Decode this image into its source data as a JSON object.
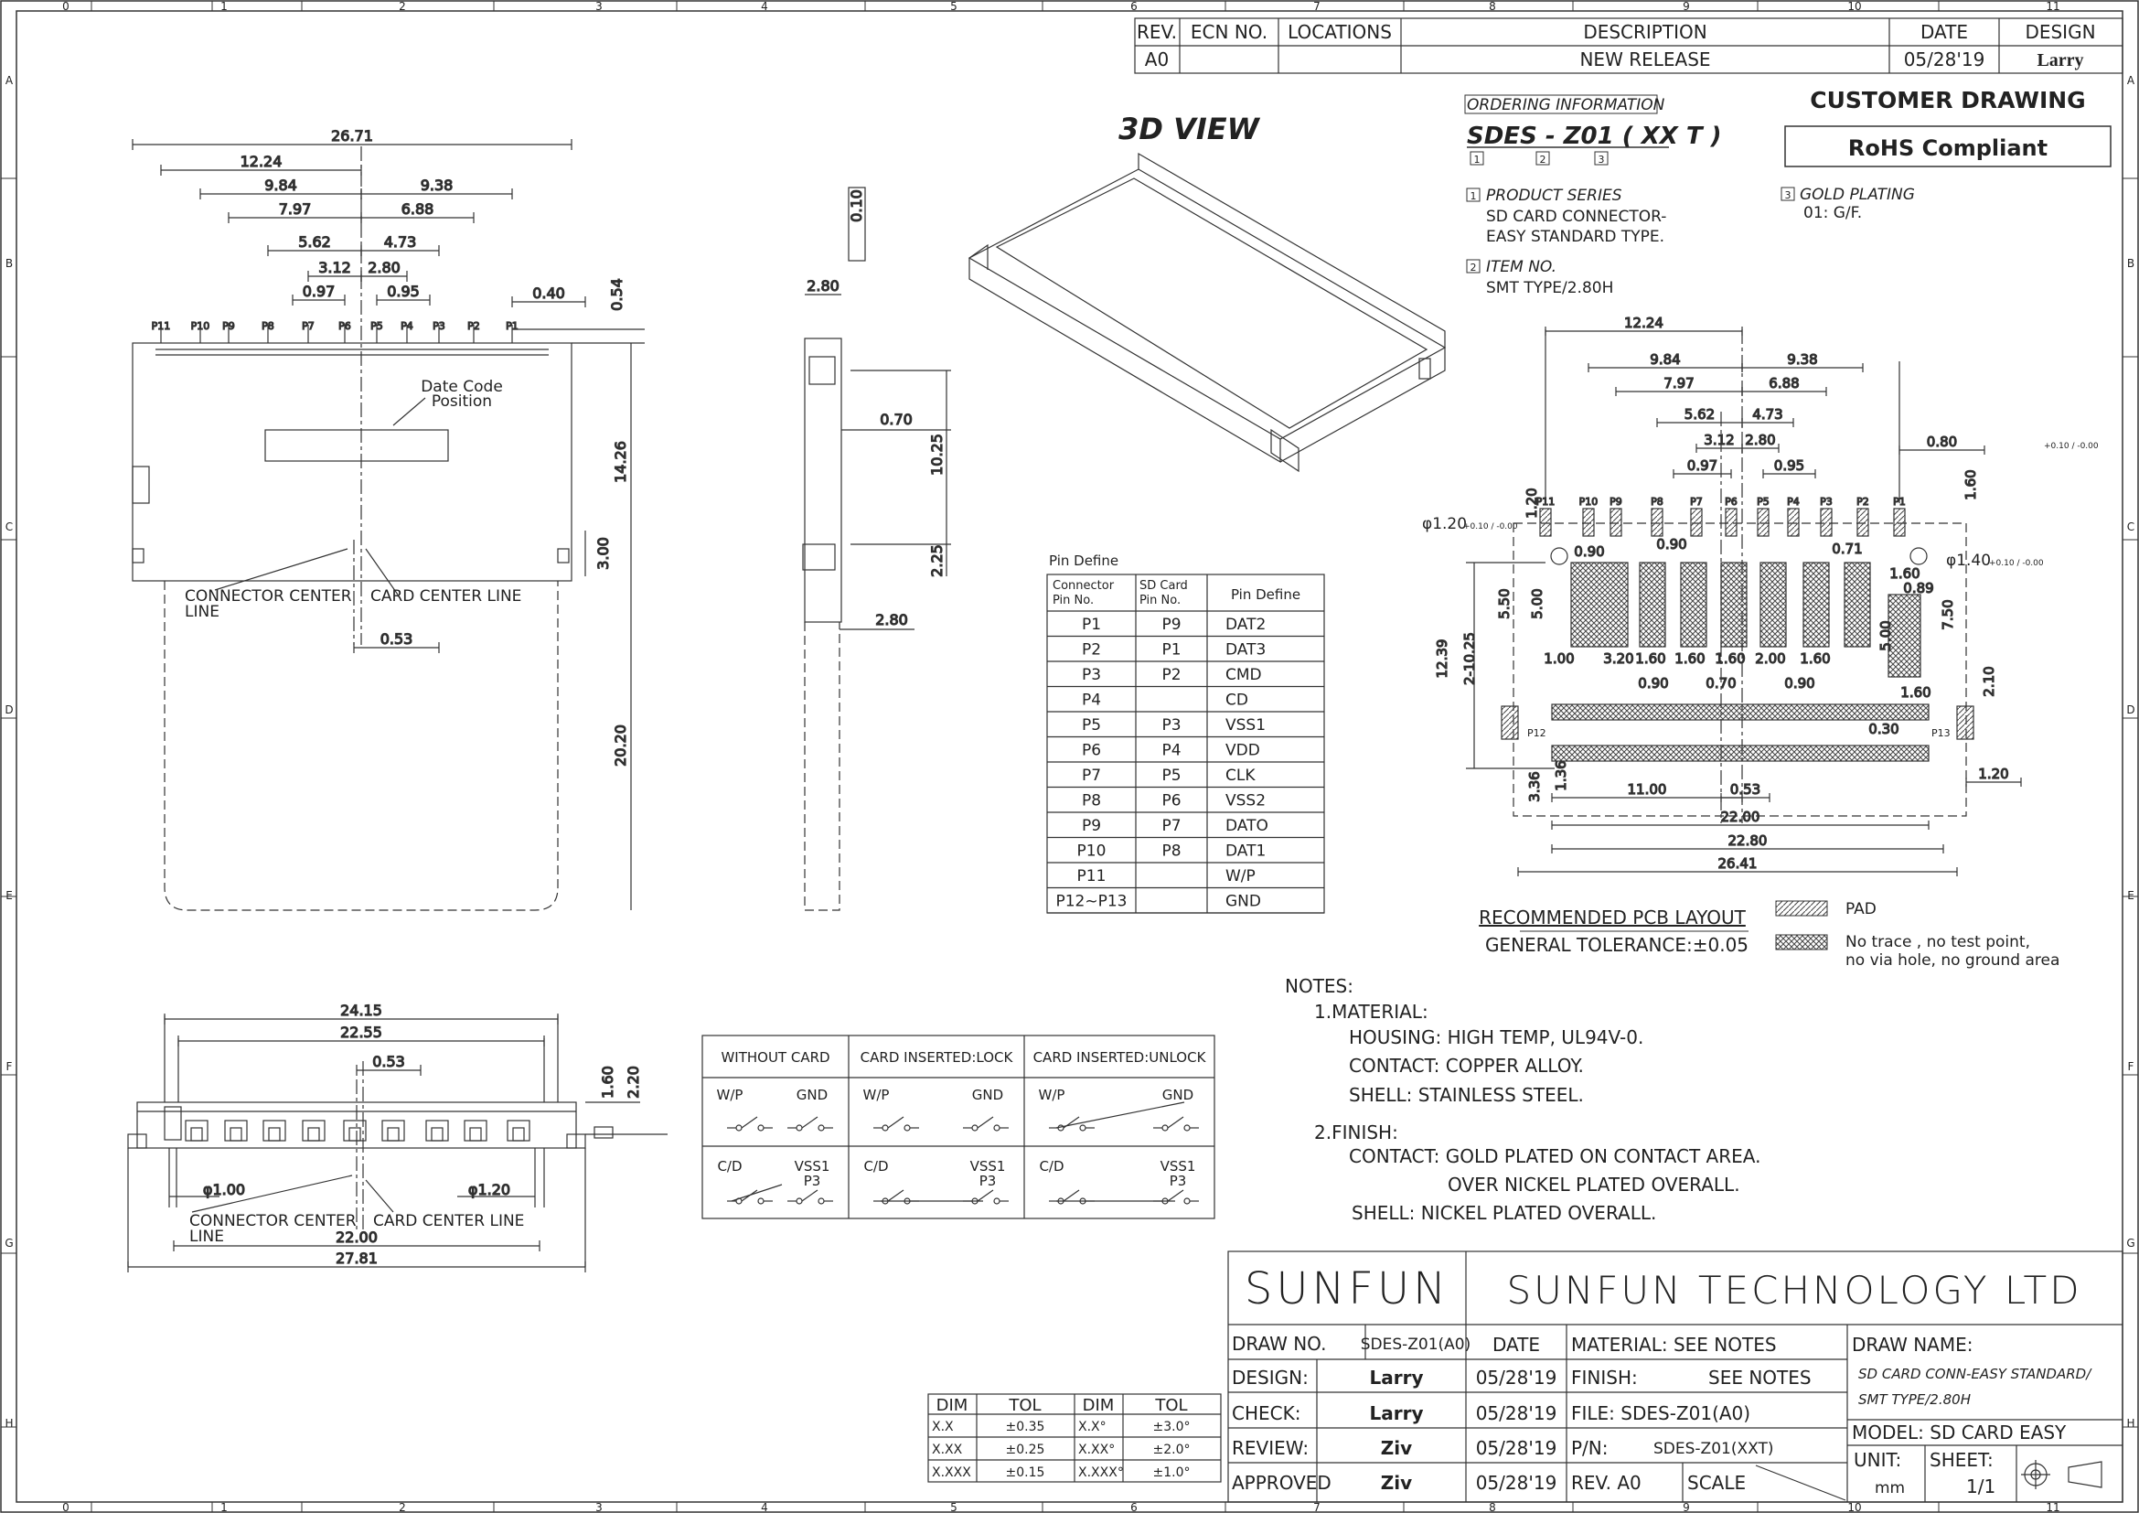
{
  "grid": {
    "cols": [
      "0",
      "1",
      "2",
      "3",
      "4",
      "5",
      "6",
      "7",
      "8",
      "9",
      "10",
      "11"
    ],
    "rows": [
      "A",
      "B",
      "C",
      "D",
      "E",
      "F",
      "G",
      "H"
    ]
  },
  "revision": {
    "headers": [
      "REV.",
      "ECN NO.",
      "LOCATIONS",
      "DESCRIPTION",
      "DATE",
      "DESIGN"
    ],
    "row": [
      "A0",
      "",
      "",
      "NEW RELEASE",
      "05/28'19",
      "Larry"
    ]
  },
  "view_label": "3D VIEW",
  "customer_drawing": "CUSTOMER DRAWING",
  "rohs": "RoHS Compliant",
  "ordering": {
    "title": "ORDERING INFORMATION",
    "part": "SDES - Z01 ( XX T )",
    "markers": [
      "1",
      "2",
      "3"
    ],
    "product_series_label": "PRODUCT SERIES",
    "product_series_lines": [
      "SD CARD CONNECTOR-",
      "EASY STANDARD TYPE."
    ],
    "item_no_label": "ITEM NO.",
    "item_no_value": "SMT TYPE/2.80H",
    "gold_label": "GOLD PLATING",
    "gold_value": "01: G/F."
  },
  "front_view": {
    "dims": [
      "26.71",
      "12.24",
      "9.84",
      "9.38",
      "7.97",
      "6.88",
      "5.62",
      "4.73",
      "3.12",
      "2.80",
      "0.97",
      "0.95",
      "0.40",
      "0.54",
      "14.26",
      "3.00",
      "20.20",
      "0.53"
    ],
    "pins": [
      "P11",
      "P10",
      "P9",
      "P8",
      "P7",
      "P6",
      "P5",
      "P4",
      "P3",
      "P2",
      "P1"
    ],
    "date_code": "Date Code",
    "position": "Position",
    "connector_center": "CONNECTOR CENTER",
    "line": "LINE",
    "card_center": "CARD CENTER LINE"
  },
  "side_view": {
    "dims": [
      "0.10",
      "2.80",
      "0.70",
      "10.25",
      "2.25",
      "2.80"
    ]
  },
  "pin_table": {
    "title": "Pin Define",
    "headers": [
      "Connector Pin No.",
      "SD Card Pin No.",
      "Pin Define"
    ],
    "rows": [
      [
        "P1",
        "P9",
        "DAT2"
      ],
      [
        "P2",
        "P1",
        "DAT3"
      ],
      [
        "P3",
        "P2",
        "CMD"
      ],
      [
        "P4",
        "",
        "CD"
      ],
      [
        "P5",
        "P3",
        "VSS1"
      ],
      [
        "P6",
        "P4",
        "VDD"
      ],
      [
        "P7",
        "P5",
        "CLK"
      ],
      [
        "P8",
        "P6",
        "VSS2"
      ],
      [
        "P9",
        "P7",
        "DATO"
      ],
      [
        "P10",
        "P8",
        "DAT1"
      ],
      [
        "P11",
        "",
        "W/P"
      ],
      [
        "P12~P13",
        "",
        "GND"
      ]
    ]
  },
  "pcb": {
    "dims": [
      "12.24",
      "9.84",
      "9.38",
      "7.97",
      "6.88",
      "5.62",
      "4.73",
      "3.12",
      "2.80",
      "0.97",
      "0.95",
      "0.80",
      "1.60",
      "1.20",
      "0.90",
      "0.90",
      "0.71",
      "1.60",
      "0.89",
      "5.50",
      "5.00",
      "7.50",
      "5.00",
      "12.39",
      "2-10.25",
      "1.00",
      "3.20",
      "1.60",
      "1.60",
      "1.60",
      "2.00",
      "1.60",
      "0.90",
      "0.70",
      "0.90",
      "1.60",
      "2.10",
      "0.30",
      "1.20",
      "3.36",
      "1.36",
      "11.00",
      "0.53",
      "22.00",
      "22.80",
      "26.41"
    ],
    "hole1": "φ1.20",
    "hole1_tol": "+0.10 / -0.00",
    "hole2": "φ1.40",
    "hole2_tol": "+0.10 / -0.00",
    "pad_tol": "+0.10 / -0.00",
    "pins": [
      "P11",
      "P10",
      "P9",
      "P8",
      "P7",
      "P6",
      "P5",
      "P4",
      "P3",
      "P2",
      "P1"
    ],
    "p12": "P12",
    "p13": "P13",
    "title": "RECOMMENDED PCB LAYOUT",
    "tolerance": "GENERAL TOLERANCE:±0.05",
    "legend_pad": "PAD",
    "legend_keepout": [
      "No trace , no test point,",
      "no via hole, no ground area"
    ]
  },
  "bottom_view": {
    "dims": [
      "24.15",
      "22.55",
      "0.53",
      "1.60",
      "2.20",
      "φ1.00",
      "φ1.20",
      "22.00",
      "27.81"
    ],
    "connector_center": "CONNECTOR CENTER",
    "line": "LINE",
    "card_center": "CARD CENTER LINE"
  },
  "switch_table": {
    "headers": [
      "WITHOUT CARD",
      "CARD INSERTED:LOCK",
      "CARD INSERTED:UNLOCK"
    ],
    "wp": "W/P",
    "gnd": "GND",
    "cd": "C/D",
    "vss1": "VSS1",
    "p3": "P3"
  },
  "notes": {
    "title": "NOTES:",
    "lines": [
      "1.MATERIAL:",
      "HOUSING: HIGH TEMP, UL94V-0.",
      "CONTACT: COPPER ALLOY.",
      "SHELL: STAINLESS STEEL.",
      "2.FINISH:",
      "CONTACT: GOLD PLATED ON CONTACT AREA.",
      "OVER NICKEL PLATED OVERALL.",
      "SHELL: NICKEL PLATED OVERALL."
    ]
  },
  "tolerance_table": {
    "headers": [
      "DIM",
      "TOL",
      "DIM",
      "TOL"
    ],
    "rows": [
      [
        "X.X",
        "±0.35",
        "X.X°",
        "±3.0°"
      ],
      [
        "X.XX",
        "±0.25",
        "X.XX°",
        "±2.0°"
      ],
      [
        "X.XXX",
        "±0.15",
        "X.XXX°",
        "±1.0°"
      ]
    ]
  },
  "title_block": {
    "logo": "SUNFUN",
    "company": "SUNFUN TECHNOLOGY LTD",
    "draw_no_label": "DRAW NO.",
    "draw_no_value": "SDES-Z01(A0)",
    "date_label": "DATE",
    "material": "MATERIAL: SEE NOTES",
    "finish_label": "FINISH:",
    "finish_value": "SEE NOTES",
    "file": "FILE: SDES-Z01(A0)",
    "pn_label": "P/N:",
    "pn_value": "SDES-Z01(XXT)",
    "rev": "REV. A0",
    "scale": "SCALE",
    "draw_name_label": "DRAW NAME:",
    "draw_name_lines": [
      "SD CARD CONN-EASY STANDARD/",
      "SMT TYPE/2.80H"
    ],
    "model": "MODEL: SD CARD EASY",
    "unit_label": "UNIT:",
    "unit_value": "mm",
    "sheet_label": "SHEET:",
    "sheet_value": "1/1",
    "rows": [
      {
        "label": "DESIGN:",
        "name": "Larry",
        "date": "05/28'19"
      },
      {
        "label": "CHECK:",
        "name": "Larry",
        "date": "05/28'19"
      },
      {
        "label": "REVIEW:",
        "name": "Ziv",
        "date": "05/28'19"
      },
      {
        "label": "APPROVED",
        "name": "Ziv",
        "date": "05/28'19"
      }
    ]
  }
}
